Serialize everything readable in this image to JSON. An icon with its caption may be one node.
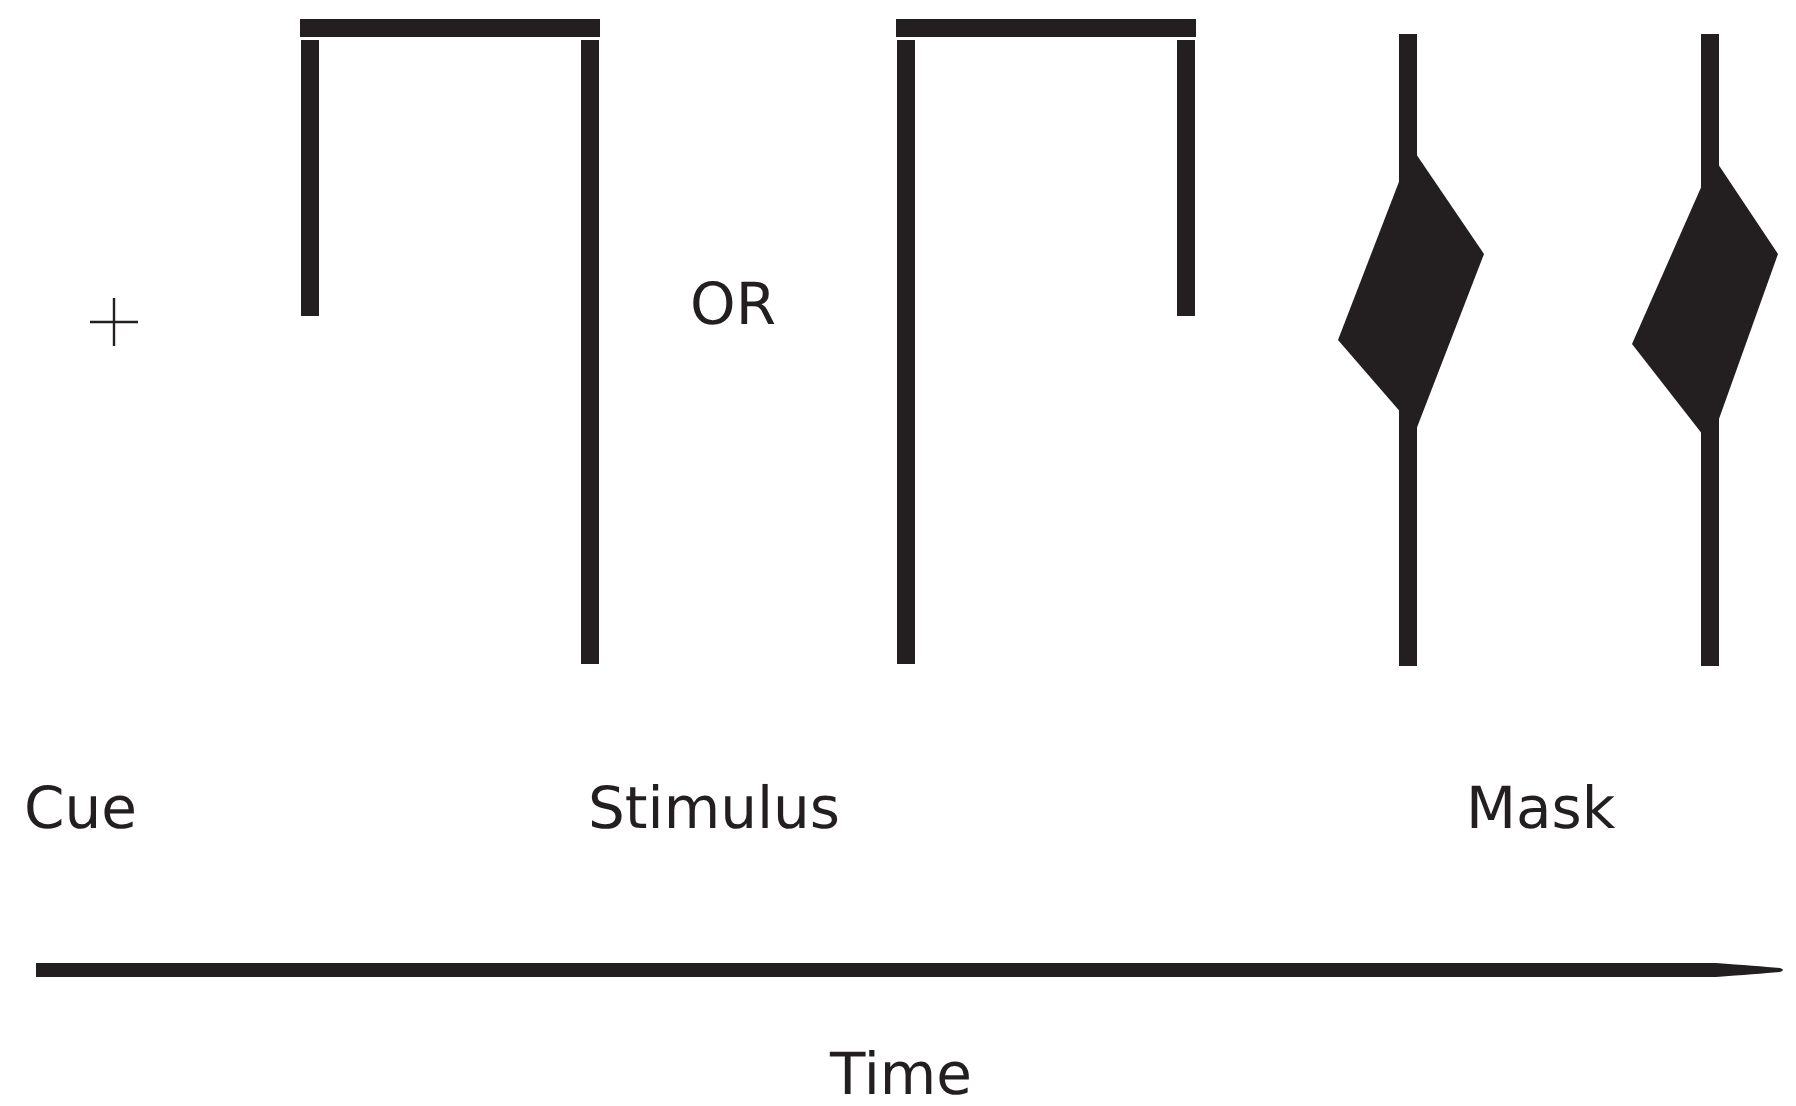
{
  "diagram": {
    "labels": [
      "OR",
      "Cue",
      "Stimulus",
      "Mask",
      "Time"
    ]
  }
}
